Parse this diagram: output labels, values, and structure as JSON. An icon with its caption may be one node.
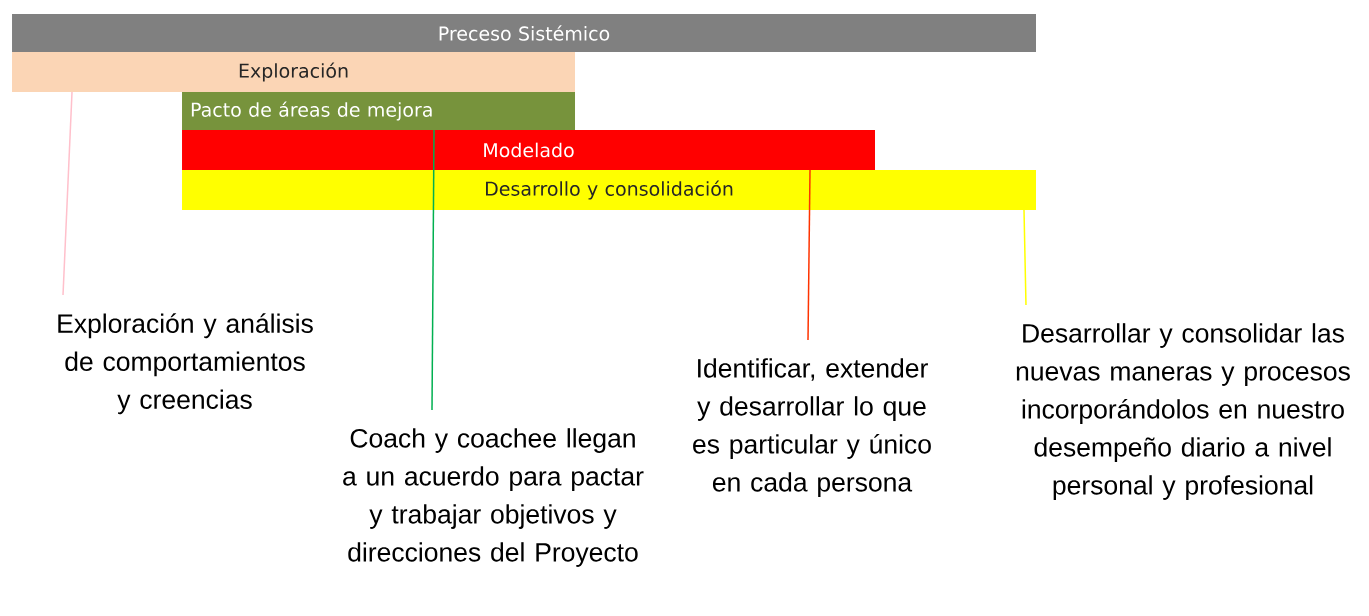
{
  "diagram": {
    "nodes": [
      {
        "text": [
          "Preceso Sistémico"
        ]
      },
      {
        "text": [
          "Exploración"
        ]
      },
      {
        "text": [
          "Pacto de áreas de mejora"
        ]
      },
      {
        "text": [
          "Modelado"
        ]
      },
      {
        "text": [
          "Desarrollo  y consolidación"
        ]
      },
      {
        "text": [
          "Exploración y análisis de comportamientos y creencias"
        ]
      },
      {
        "text": [
          "Coach y coachee llegan a un acuerdo para pactar y trabajar objetivos y direcciones del Proyecto"
        ]
      },
      {
        "text": [
          "Identificar, extender y desarrollar lo que es particular y único en cada persona"
        ]
      },
      {
        "text": [
          "Desarrollar y consolidar las nuevas maneras y procesos incorporándolos en nuestro desempeño diario a nivel personal y profesional"
        ]
      }
    ],
    "edges": [
      {
        "from": 5,
        "to": 1,
        "arrow": "none",
        "color": "#ffc0cb"
      },
      {
        "from": 6,
        "to": 2,
        "arrow": "none",
        "color": "#00b050"
      },
      {
        "from": 7,
        "to": 3,
        "arrow": "none",
        "color": "#ff3300"
      },
      {
        "from": 8,
        "to": 4,
        "arrow": "none",
        "color": "#ffff00"
      }
    ]
  }
}
